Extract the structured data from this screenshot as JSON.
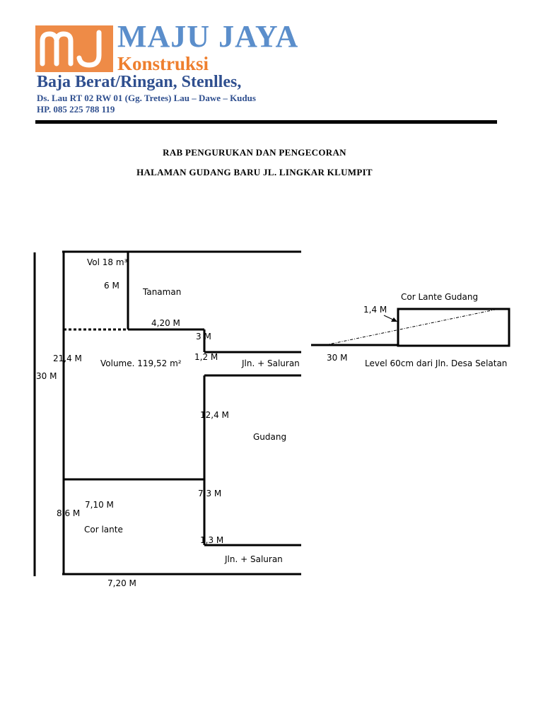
{
  "header": {
    "logo_text": "mJ",
    "company": "MAJU JAYA",
    "subtitle": "Konstruksi",
    "tagline": "Baja Berat/Ringan, Stenlles,",
    "address": "Ds. Lau RT 02 RW 01 (Gg. Tretes) Lau – Dawe – Kudus",
    "phone": "HP. 085 225 788 119"
  },
  "document": {
    "title_line1": "RAB PENGURUKAN DAN PENGECORAN",
    "title_line2": "HALAMAN GUDANG BARU JL. LINGKAR KLUMPIT"
  },
  "plan": {
    "vol_label": "Vol 18 m³",
    "dim_6m": "6 M",
    "tanaman": "Tanaman",
    "dim_420": "4,20 M",
    "dim_3m": "3 M",
    "dim_12": "1,2 M",
    "dim_214": "21,4 M",
    "dim_30": "30 M",
    "volume": "Volume. 119,52 m²",
    "jln_saluran_top": "Jln. + Saluran",
    "dim_124": "12,4 M",
    "gudang": "Gudang",
    "dim_73": "7,3 M",
    "dim_710": "7,10 M",
    "dim_86": "8,6 M",
    "cor_lante": "Cor lante",
    "dim_13": "1,3 M",
    "jln_saluran_bottom": "Jln. + Saluran",
    "dim_720": "7,20 M"
  },
  "section": {
    "cor_lante_gudang": "Cor Lante Gudang",
    "dim_14": "1,4 M",
    "dim_30": "30 M",
    "level": "Level 60cm dari Jln. Desa Selatan"
  }
}
